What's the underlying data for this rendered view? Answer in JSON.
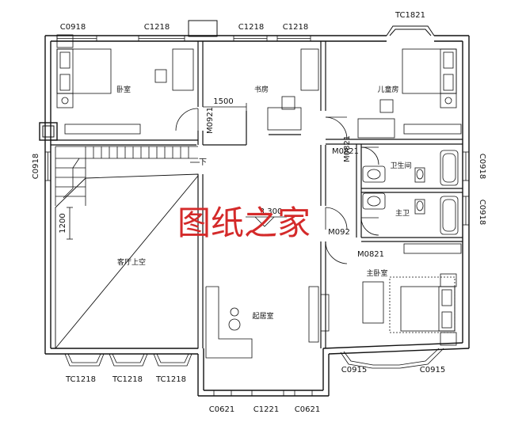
{
  "window_labels": {
    "top_left": "C0918",
    "top_mid_left": "C1218",
    "top_mid_1": "C1218",
    "top_mid_2": "C1218",
    "top_right": "TC1821",
    "left": "C0918",
    "right_upper": "C0918",
    "right_lower": "C0918",
    "bottom_left_1": "TC1218",
    "bottom_left_2": "TC1218",
    "bottom_left_3": "TC1218",
    "bottom_mid_1": "C0621",
    "bottom_mid_2": "C1221",
    "bottom_mid_3": "C0621",
    "bottom_right_1": "C0915",
    "bottom_right_2": "C0915"
  },
  "door_labels": {
    "study_door": "M0921",
    "m0821_upper": "M0821",
    "m0821_vertical": "M0821",
    "m0821_lower": "M0821",
    "m092": "M092"
  },
  "rooms": {
    "bedroom": "卧室",
    "study": "书房",
    "kids_room": "儿童房",
    "bathroom": "卫生间",
    "master_bath": "主卫",
    "living_void": "客厅上空",
    "family_room": "起居室",
    "master_bedroom": "主卧室"
  },
  "dimensions": {
    "d1500": "1500",
    "d1200": "1200",
    "elevation": "3.300"
  },
  "stair_label": "下",
  "watermark": "图纸之家"
}
